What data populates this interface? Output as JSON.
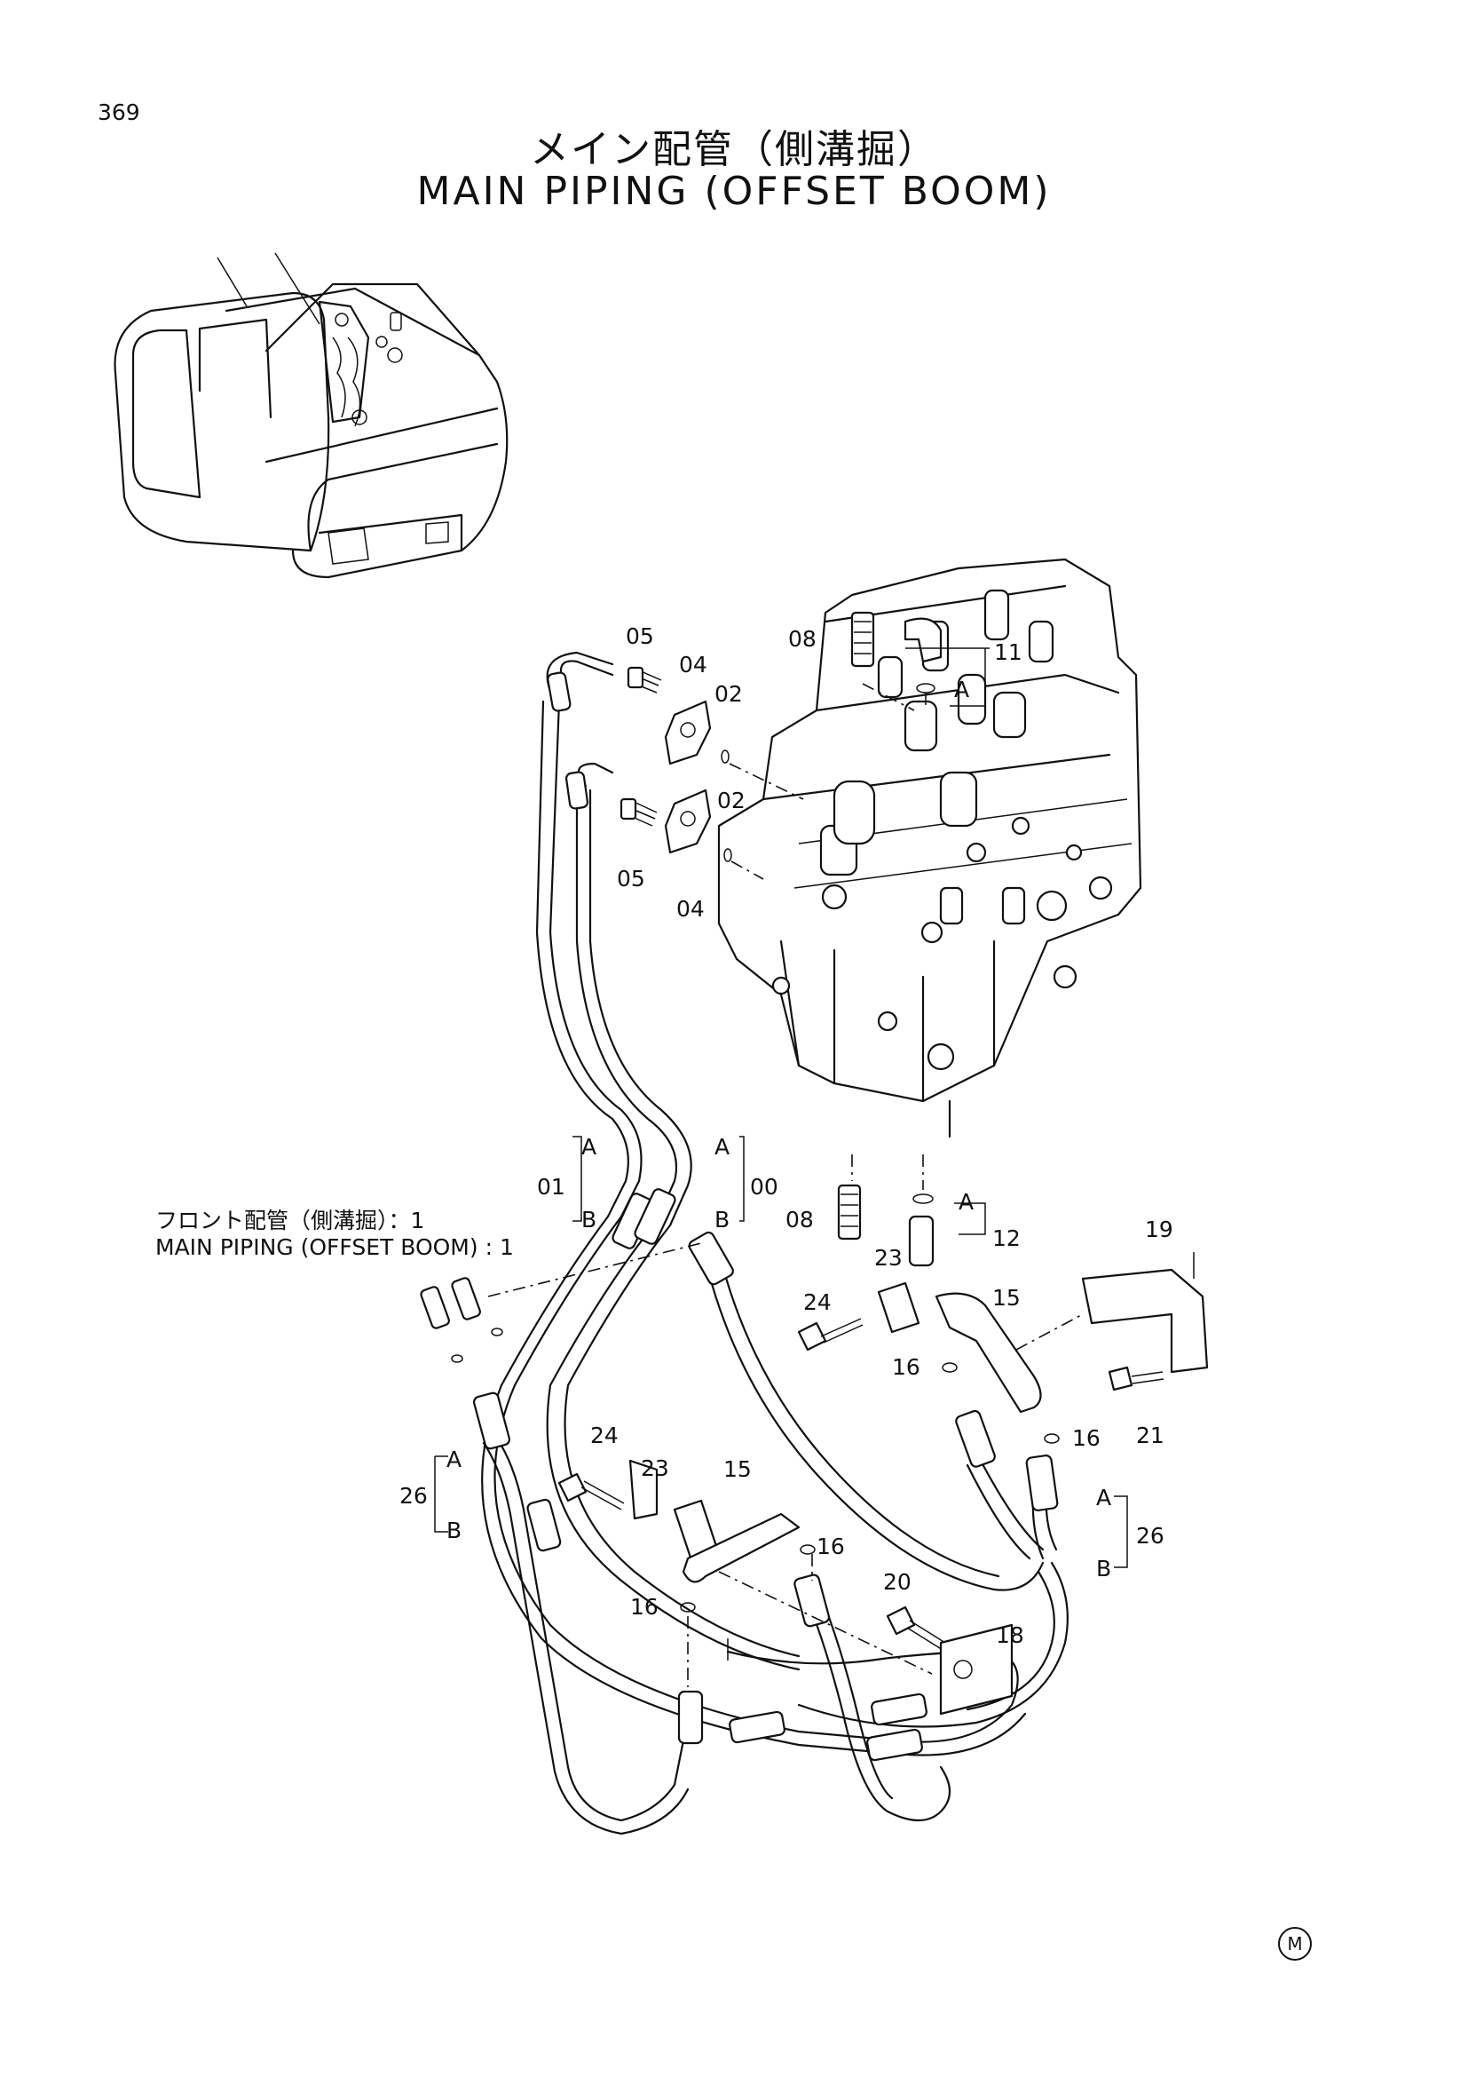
{
  "page_number": "369",
  "title_jp": "メイン配管（側溝掘）",
  "title_en": "MAIN PIPING (OFFSET BOOM)",
  "subassembly_jp": "フロント配管（側溝掘）：1",
  "subassembly_en": "MAIN PIPING (OFFSET BOOM) : 1",
  "corner_mark": "M",
  "callouts": {
    "c05a": "05",
    "c04a": "04",
    "c02a": "02",
    "c02b": "02",
    "c05b": "05",
    "c04b": "04",
    "c08a": "08",
    "c11": "11",
    "cA1": "A",
    "c01": "01",
    "cA01": "A",
    "cB01": "B",
    "c00": "00",
    "cA00": "A",
    "cB00": "B",
    "c08b": "08",
    "cA12": "A",
    "c12": "12",
    "c19": "19",
    "c23a": "23",
    "c15a": "15",
    "c24a": "24",
    "c16a": "16",
    "c21": "21",
    "c16b": "16",
    "c26a": "26",
    "cA26a": "A",
    "cB26a": "B",
    "c24b": "24",
    "c23b": "23",
    "c15b": "15",
    "c16c": "16",
    "c16d": "16",
    "c20": "20",
    "c18": "18",
    "c26b": "26",
    "cA26b": "A",
    "cB26b": "B"
  }
}
